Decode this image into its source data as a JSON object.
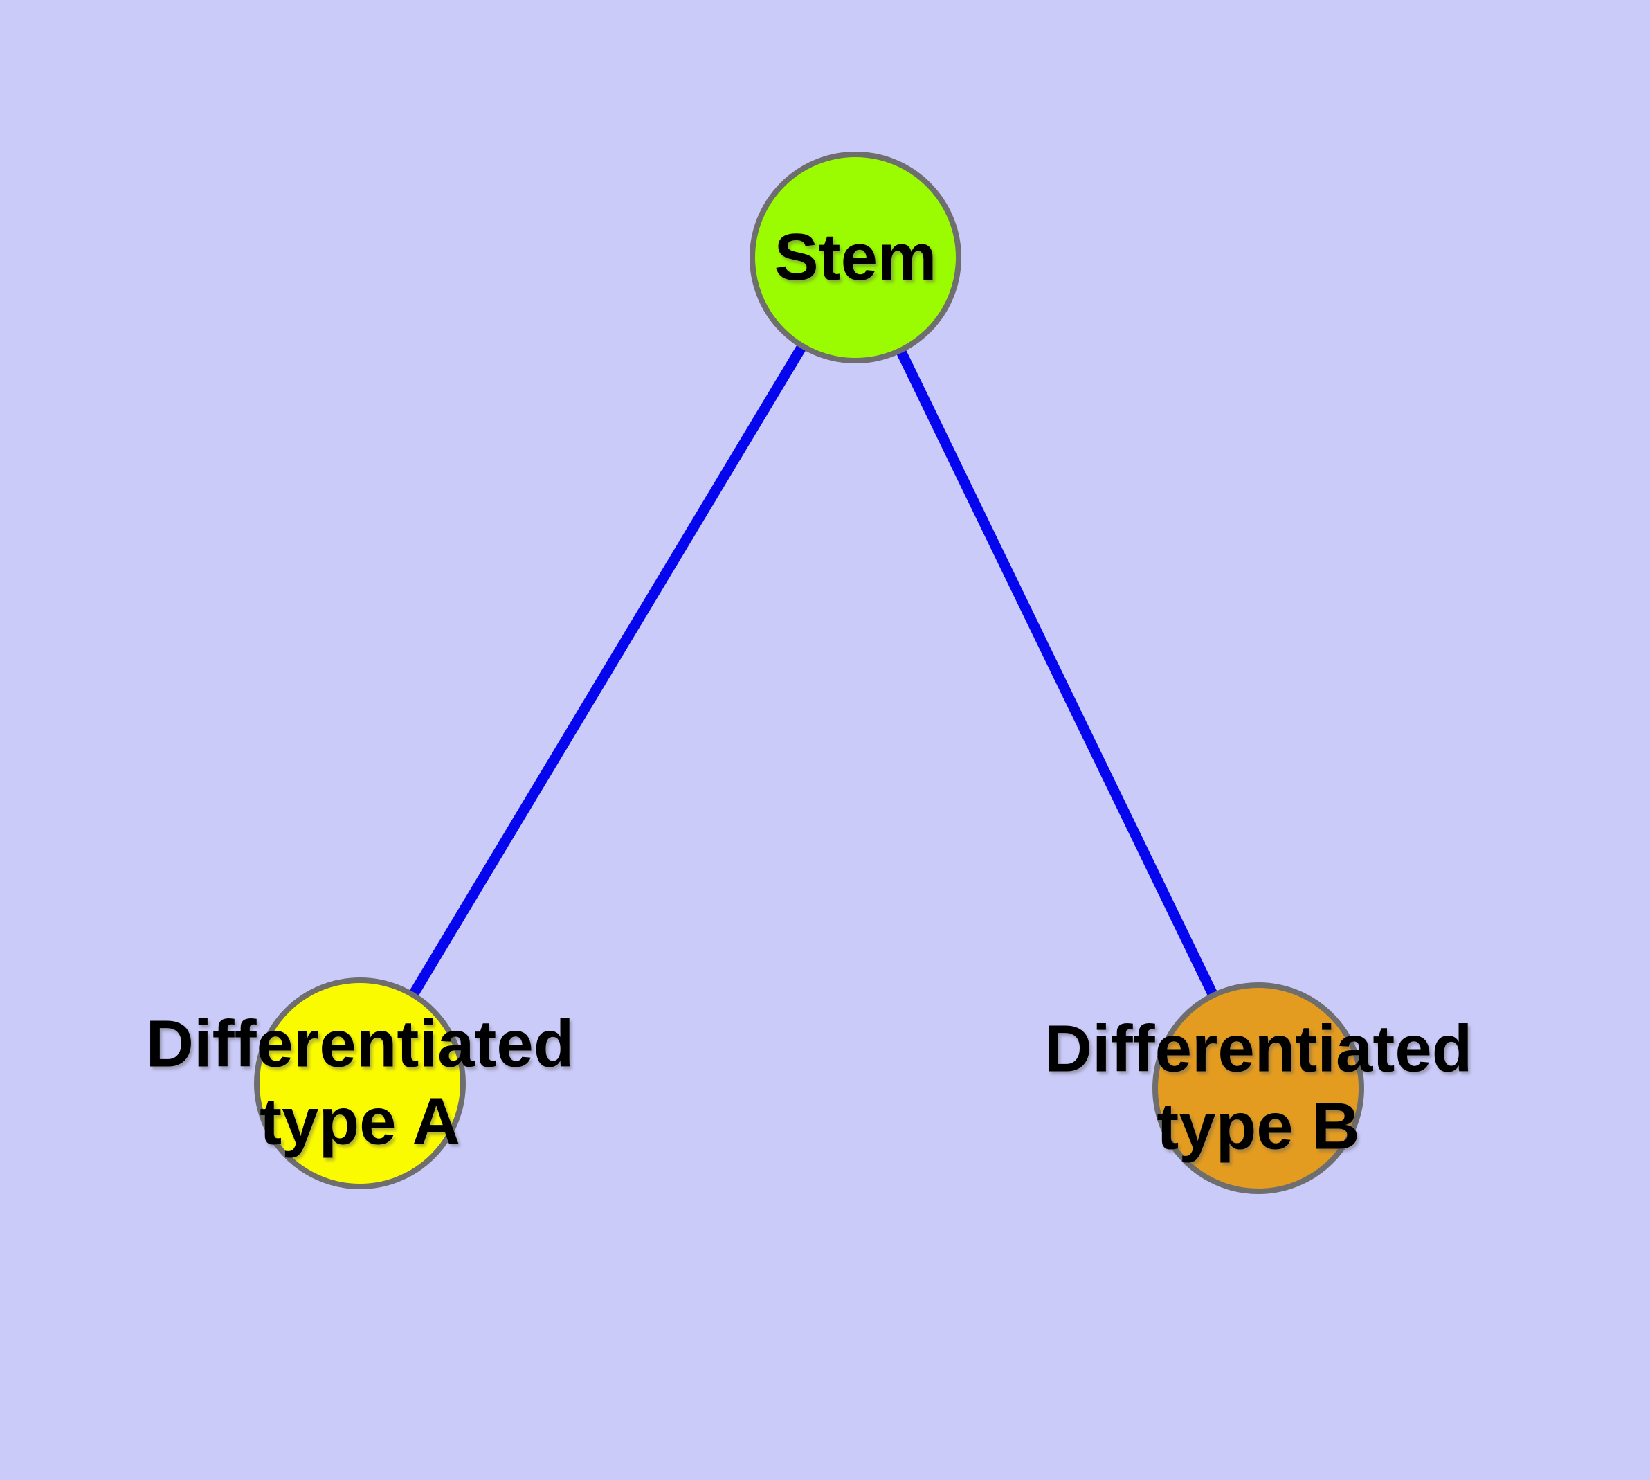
{
  "diagram": {
    "type": "node-link-graph",
    "background_color": "#CBCBFA",
    "edge_color": "#0606EE",
    "node_border_color": "#6E6E6E",
    "label_color": "#000000",
    "nodes": [
      {
        "id": "stem",
        "label": "Stem",
        "fill": "#9BFB00"
      },
      {
        "id": "differentiated-type-a",
        "label": "Differentiated\ntype A",
        "fill": "#FBFB00"
      },
      {
        "id": "differentiated-type-b",
        "label": "Differentiated\ntype B",
        "fill": "#E49C20"
      }
    ],
    "edges": [
      {
        "from": "stem",
        "to": "differentiated-type-a"
      },
      {
        "from": "stem",
        "to": "differentiated-type-b"
      }
    ]
  }
}
